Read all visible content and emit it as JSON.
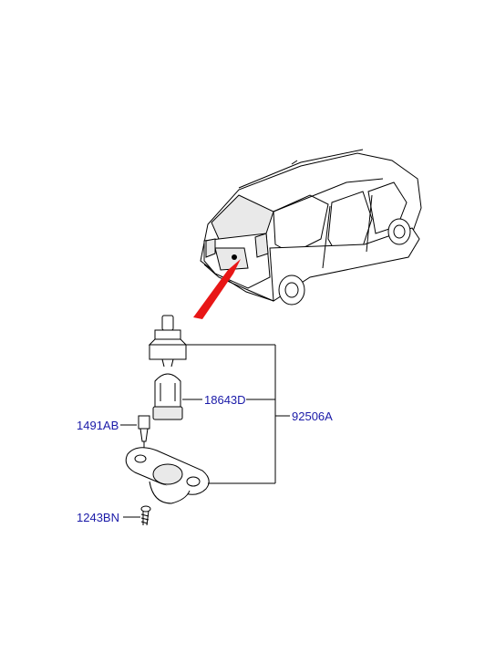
{
  "colors": {
    "label": "#1a1aa8",
    "leader": "#000000",
    "pointer": "#e81616",
    "background": "#ffffff"
  },
  "icons": {
    "vehicle": "car-rear-view-icon",
    "pointer": "red-arrow-icon"
  },
  "labels": {
    "bulb": "18643D",
    "assembly": "92506A",
    "clip": "1491AB",
    "screw": "1243BN"
  }
}
